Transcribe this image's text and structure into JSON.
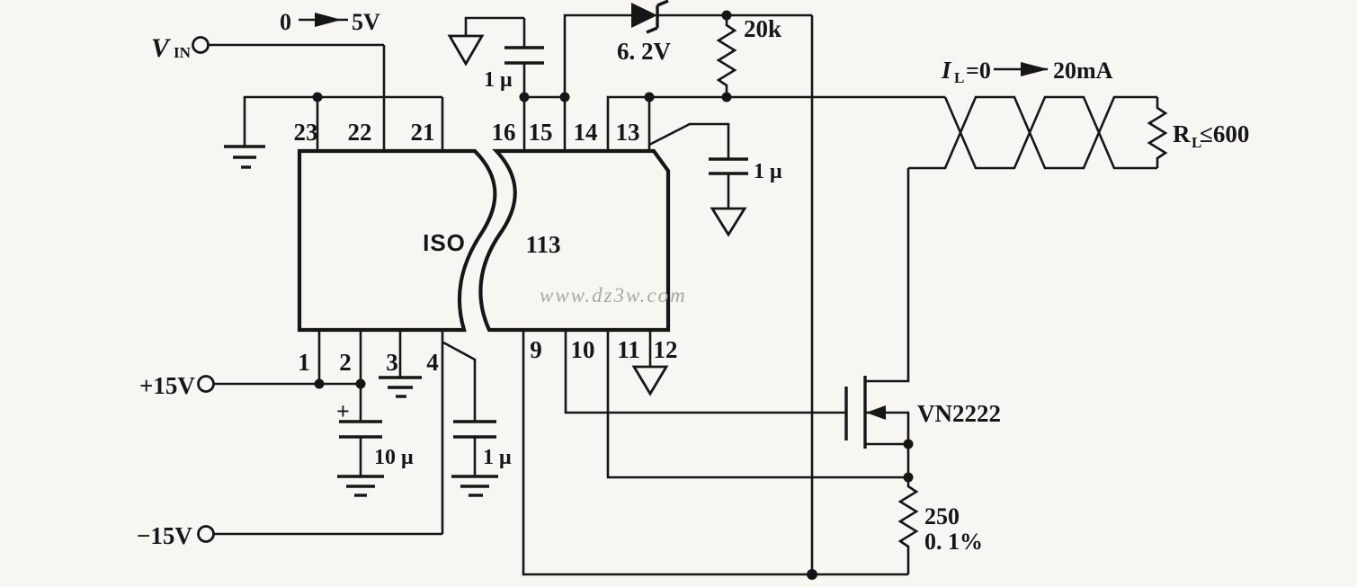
{
  "colors": {
    "ink": "#161616",
    "paper": "#f7f6f2",
    "watermark": "#a9a7a4"
  },
  "ic": {
    "left_label": "ISO",
    "right_label": "113",
    "watermark": "www.dz3w.com"
  },
  "pins": {
    "top_left": [
      "23",
      "22",
      "21"
    ],
    "top_right": [
      "16",
      "15",
      "14",
      "13"
    ],
    "bottom_left": [
      "1",
      "2",
      "3",
      "4"
    ],
    "bottom_right": [
      "9",
      "10",
      "11",
      "12"
    ]
  },
  "input": {
    "symbol": "V",
    "symbol_sub": "IN",
    "range_start": "0",
    "range_end": "5V"
  },
  "supplies": {
    "positive": "+15V",
    "negative": "−15V"
  },
  "capacitors": {
    "iso_input": "1 μ",
    "iso_output": "1 μ",
    "supply_pos": "10 μ",
    "supply_pos_polarity": "+",
    "supply_neg": "1 μ"
  },
  "zener": {
    "value": "6. 2V"
  },
  "resistors": {
    "pullup": "20k",
    "sense": "250",
    "sense_tolerance": "0. 1%"
  },
  "load": {
    "resistor_symbol": "R",
    "resistor_sub": "L",
    "resistor_value": "≤600",
    "current_symbol": "I",
    "current_sub": "L",
    "current_eq": "=0",
    "current_max": "20mA"
  },
  "transistor": {
    "part": "VN2222"
  }
}
